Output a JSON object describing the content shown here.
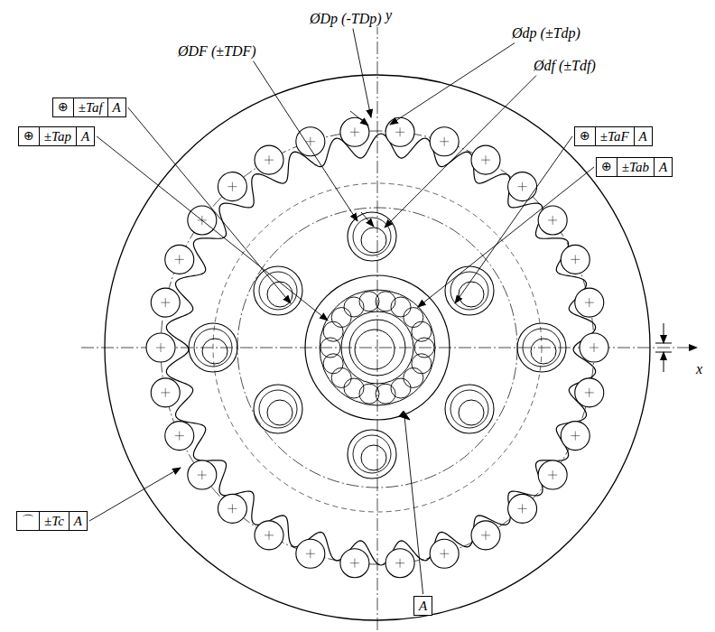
{
  "diagram": {
    "nodes": [
      {
        "text": [
          "⊕",
          "±Taf",
          "A"
        ]
      },
      {
        "text": [
          "⊕",
          "±Tap",
          "A"
        ]
      },
      {
        "text": [
          "⊕",
          "±TaF",
          "A"
        ]
      },
      {
        "text": [
          "⊕",
          "±Tab",
          "A"
        ]
      },
      {
        "text": [
          "⌒",
          "±Tc",
          "A"
        ]
      },
      {
        "text": [
          "A"
        ]
      }
    ],
    "labels": [
      "ØDp (-TDp)",
      "Ødp (±Tdp)",
      "ØDF (±TDF)",
      "Ødf (±Tdf)",
      "y",
      "x"
    ]
  }
}
